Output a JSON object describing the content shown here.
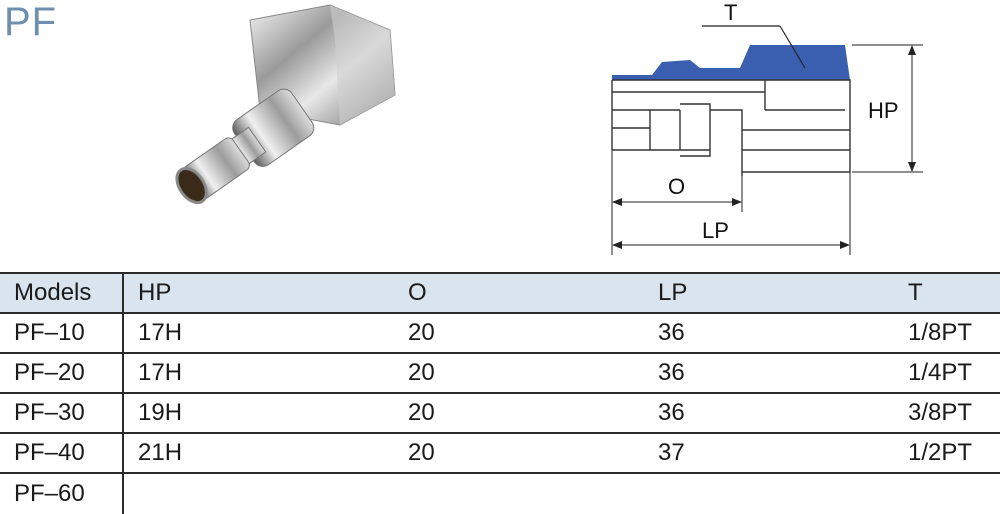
{
  "page": {
    "title": "PF"
  },
  "diagram": {
    "labels": {
      "t": "T",
      "hp": "HP",
      "o": "O",
      "lp": "LP"
    }
  },
  "table": {
    "headers": [
      "Models",
      "HP",
      "O",
      "LP",
      "T"
    ],
    "rows": [
      {
        "model": "PF–10",
        "hp": "17H",
        "o": "20",
        "lp": "36",
        "t": "1/8PT"
      },
      {
        "model": "PF–20",
        "hp": "17H",
        "o": "20",
        "lp": "36",
        "t": "1/4PT"
      },
      {
        "model": "PF–30",
        "hp": "19H",
        "o": "20",
        "lp": "36",
        "t": "3/8PT"
      },
      {
        "model": "PF–40",
        "hp": "21H",
        "o": "20",
        "lp": "37",
        "t": "1/2PT"
      },
      {
        "model": "PF–60",
        "hp": "",
        "o": "",
        "lp": "",
        "t": ""
      }
    ]
  },
  "colors": {
    "title": "#6f8fae",
    "header_bg": "#d9e4ef",
    "thread_blue": "#3a5fb0"
  }
}
